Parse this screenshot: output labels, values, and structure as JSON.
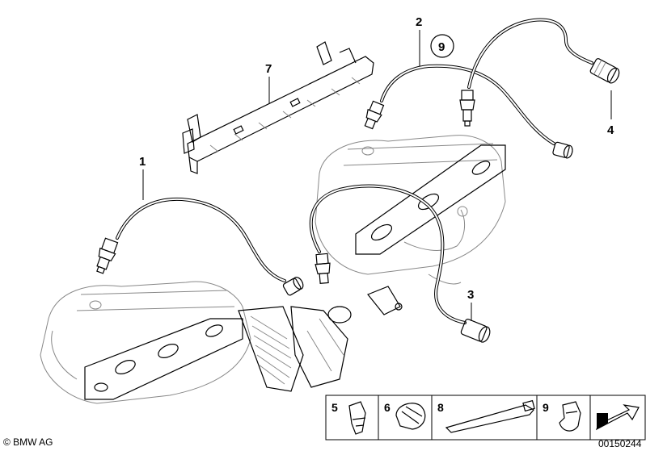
{
  "callouts": {
    "c1": "1",
    "c2": "2",
    "c3": "3",
    "c4": "4",
    "c7": "7",
    "c9": "9"
  },
  "legend": {
    "items": [
      {
        "number": "5"
      },
      {
        "number": "6"
      },
      {
        "number": "8"
      },
      {
        "number": "9"
      }
    ]
  },
  "footer": {
    "copyright": "© BMW AG",
    "doc_number": "00150244"
  }
}
